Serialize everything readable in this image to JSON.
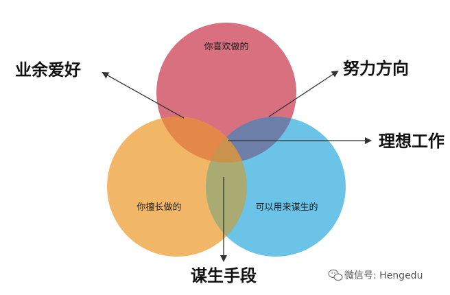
{
  "circles": {
    "love": {
      "label": "你喜欢做的",
      "color": "#d9707f"
    },
    "good": {
      "label": "你擅长做的",
      "color": "#f2b766"
    },
    "paid": {
      "label": "可以用来谋生的",
      "color": "#6cc3e8"
    }
  },
  "overlaps": {
    "love_good": {
      "label": "业余爱好",
      "color": "#e4884a"
    },
    "love_paid": {
      "label": "努力方向",
      "color": "#6d7ea8"
    },
    "good_paid": {
      "label": "谋生手段",
      "color": "#a9ab72"
    },
    "center": {
      "label": "理想工作",
      "color": "#c9934d"
    }
  },
  "watermark": {
    "text": "微信号: Hengedu",
    "icon": "wechat-icon"
  }
}
